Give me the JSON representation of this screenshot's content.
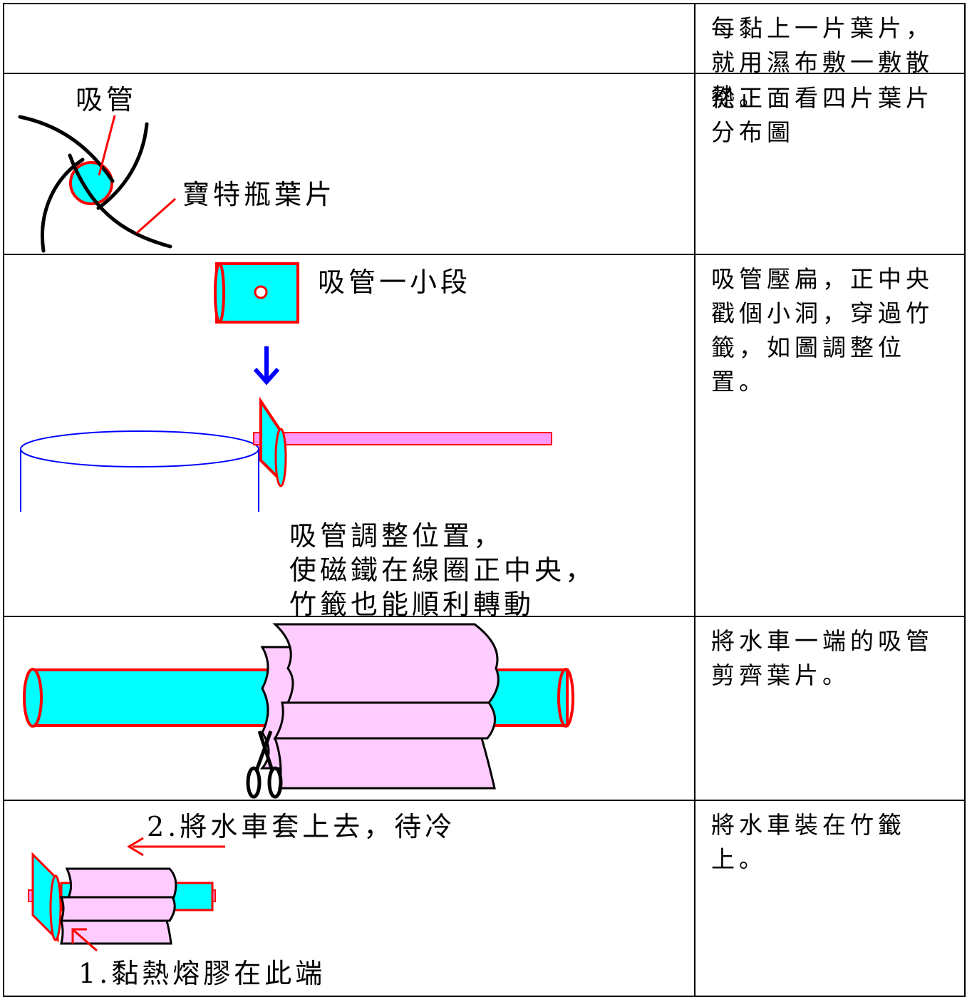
{
  "rows": [
    {
      "note": "每黏上一片葉片，就用濕布敷一敷散熱。"
    },
    {
      "note": "從正面看四片葉片分布圖",
      "labels": {
        "straw": "吸管",
        "blade": "寶特瓶葉片"
      }
    },
    {
      "note": "吸管壓扁，正中央戳個小洞，穿過竹籤，如圖調整位置。",
      "labels": {
        "straw_piece": "吸管一小段",
        "adjust_lines": [
          "吸管調整位置，",
          "使磁鐵在線圈正中央，",
          "竹籤也能順利轉動"
        ]
      }
    },
    {
      "note": "將水車一端的吸管剪齊葉片。"
    },
    {
      "note": "將水車裝在竹籤上。",
      "labels": {
        "step2": "2.將水車套上去，待冷",
        "step1": "1.黏熱熔膠在此端"
      }
    }
  ],
  "colors": {
    "cyan": "#00ffff",
    "pink": "#ffccff",
    "stick_pink": "#ff99ff",
    "red": "#ff0000",
    "blue": "#0000ff",
    "black": "#000000"
  },
  "icons": [
    "arrow-down-icon",
    "scissors-icon",
    "arrow-left-icon",
    "arrow-upleft-icon"
  ]
}
